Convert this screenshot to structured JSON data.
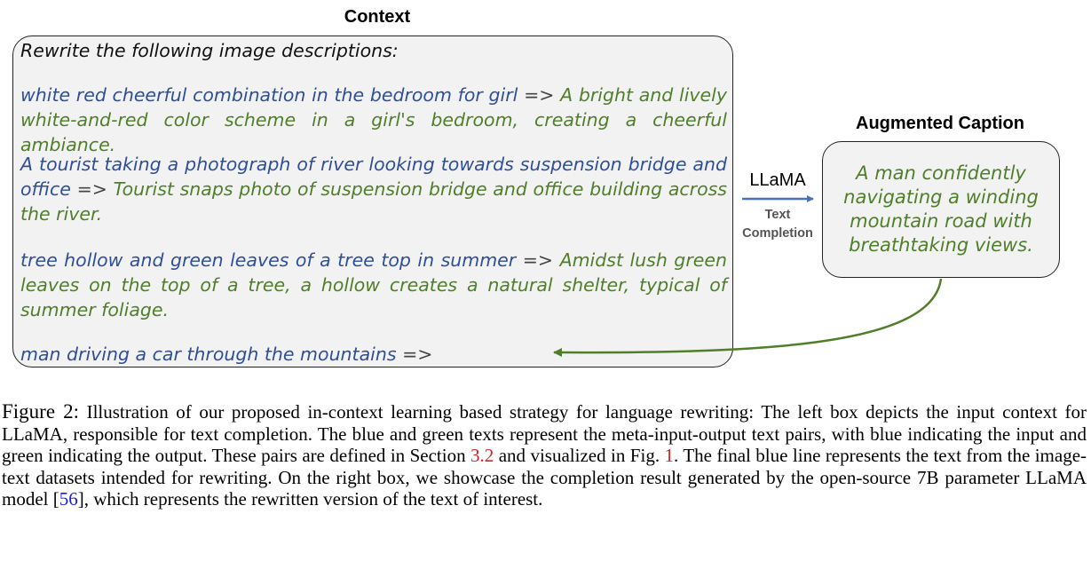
{
  "context_title": "Context",
  "context_intro": "Rewrite the following image descriptions:",
  "separator": "=>",
  "pairs": [
    {
      "input": "white red cheerful combination in the bedroom for girl",
      "output": "A bright and lively white-and-red color scheme in a girl's bedroom, creating a cheerful ambiance."
    },
    {
      "input": "A tourist taking a photograph of river looking towards suspension bridge and office",
      "output": "Tourist snaps photo of suspension bridge and office building across the river."
    },
    {
      "input": "tree hollow and green leaves of a tree top in summer",
      "output": "Amidst lush green leaves on the top of a tree, a hollow creates a natural shelter, typical of summer foliage."
    }
  ],
  "query_input": "man driving a car through the mountains",
  "model_label": "LLaMA",
  "process_label_line1": "Text",
  "process_label_line2": "Completion",
  "augmented_title": "Augmented Caption",
  "augmented_text": "A man confidently navigating a winding mountain road with breathtaking views.",
  "caption": {
    "fig_label": "Figure 2:",
    "text_1": "Illustration of our proposed in-context learning based strategy for language rewriting: The left box depicts the input context for LLaMA, responsible for text completion. The blue and green texts represent the meta-input-output text pairs, with blue indicating the input and green indicating the output. These pairs are defined in Section",
    "ref_section": "3.2",
    "text_2": "and visualized in Fig.",
    "ref_figure": "1",
    "text_3": ". The final blue line represents the text from the image-text datasets intended for rewriting. On the right box, we showcase the completion result generated by the open-source 7B parameter LLaMA model [",
    "citation": "56",
    "text_4": "], which represents the rewritten version of the text of interest."
  },
  "colors": {
    "input_text": "#2f4f99",
    "output_text": "#4f7f2a",
    "model_arrow": "#4a72b8",
    "return_arrow": "#4f7f2a",
    "box_fill": "#f2f2f2"
  }
}
